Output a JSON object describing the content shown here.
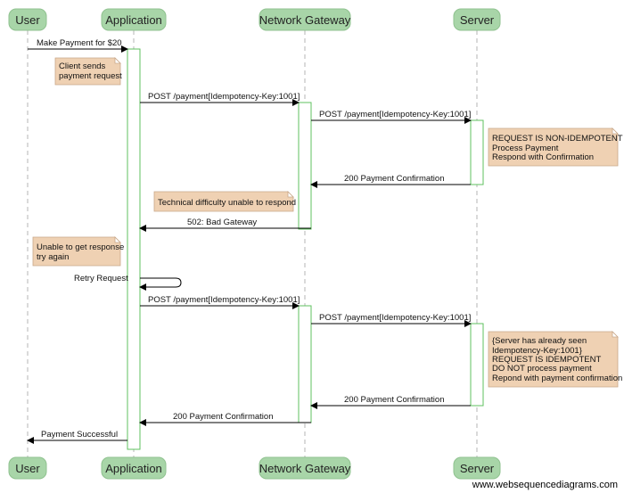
{
  "actors": [
    {
      "id": "user",
      "label": "User"
    },
    {
      "id": "app",
      "label": "Application"
    },
    {
      "id": "gw",
      "label": "Network Gateway"
    },
    {
      "id": "srv",
      "label": "Server"
    }
  ],
  "messages": [
    {
      "from": "user",
      "to": "app",
      "label": "Make Payment for $20"
    },
    {
      "from": "app",
      "to": "gw",
      "label": "POST /payment[Idempotency-Key:1001]"
    },
    {
      "from": "gw",
      "to": "srv",
      "label": "POST /payment[Idempotency-Key:1001]"
    },
    {
      "from": "srv",
      "to": "gw",
      "label": "200 Payment Confirmation"
    },
    {
      "from": "gw",
      "to": "app",
      "label": "502: Bad Gateway"
    },
    {
      "from": "app",
      "to": "app",
      "label": "Retry Request"
    },
    {
      "from": "app",
      "to": "gw",
      "label": "POST /payment[Idempotency-Key:1001]"
    },
    {
      "from": "gw",
      "to": "srv",
      "label": "POST /payment[Idempotency-Key:1001]"
    },
    {
      "from": "srv",
      "to": "gw",
      "label": "200 Payment Confirmation"
    },
    {
      "from": "gw",
      "to": "app",
      "label": "200 Payment Confirmation"
    },
    {
      "from": "app",
      "to": "user",
      "label": "Payment Successful"
    }
  ],
  "notes": [
    {
      "lines": [
        "Client sends",
        "payment request"
      ]
    },
    {
      "lines": [
        "REQUEST IS NON-IDEMPOTENT",
        "Process Payment",
        "Respond with Confirmation"
      ]
    },
    {
      "lines": [
        "Technical difficulty unable to respond"
      ]
    },
    {
      "lines": [
        "Unable to get response",
        "try again"
      ]
    },
    {
      "lines": [
        "{Server has already seen",
        "Idempotency-Key:1001}",
        "REQUEST IS IDEMPOTENT",
        "DO NOT process payment",
        "Repond with payment confirmation"
      ]
    }
  ],
  "watermark": "www.websequencediagrams.com"
}
